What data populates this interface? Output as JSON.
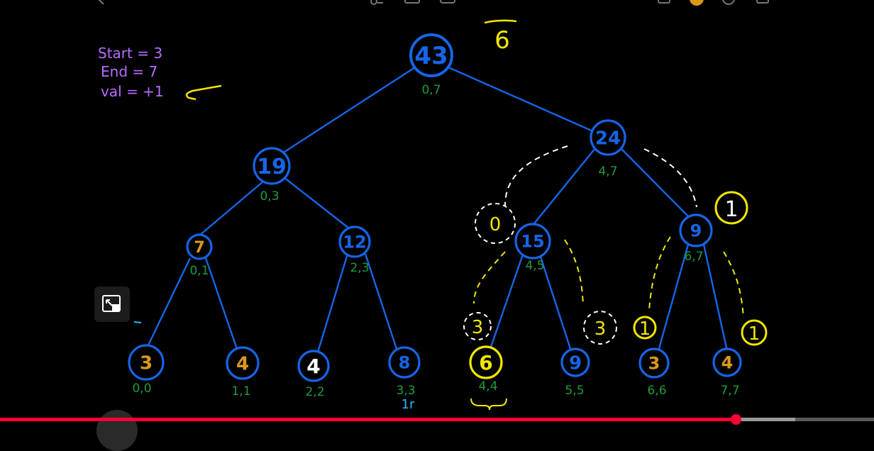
{
  "annotations": {
    "start_line": "Start = 3",
    "end_line": "End = 7",
    "val_line": "val = +1",
    "top_right": "6"
  },
  "nodes": [
    {
      "id": "root",
      "value": "43",
      "range": "0,7",
      "color": "#1565e8"
    },
    {
      "id": "n19",
      "value": "19",
      "range": "0,3",
      "color": "#1565e8"
    },
    {
      "id": "n24",
      "value": "24",
      "range": "4,7",
      "color": "#1565e8"
    },
    {
      "id": "n7",
      "value": "7",
      "range": "0,1",
      "color": "#1565e8"
    },
    {
      "id": "n12",
      "value": "12",
      "range": "2,3",
      "color": "#1565e8"
    },
    {
      "id": "n15",
      "value": "15",
      "range": "4,5",
      "color": "#1565e8"
    },
    {
      "id": "n9a",
      "value": "9",
      "range": "6,7",
      "color": "#1565e8"
    },
    {
      "id": "l0",
      "value": "3",
      "range": "0,0",
      "color": "#1565e8"
    },
    {
      "id": "l1",
      "value": "4",
      "range": "1,1",
      "color": "#1565e8"
    },
    {
      "id": "l2",
      "value": "4",
      "range": "2,2",
      "color": "#1565e8"
    },
    {
      "id": "l3",
      "value": "8",
      "range": "3,3",
      "color": "#1565e8"
    },
    {
      "id": "l4",
      "value": "6",
      "range": "4,4",
      "color": "#f1e600"
    },
    {
      "id": "l5",
      "value": "9",
      "range": "5,5",
      "color": "#1565e8"
    },
    {
      "id": "l6",
      "value": "3",
      "range": "6,6",
      "color": "#1565e8"
    },
    {
      "id": "l7",
      "value": "4",
      "range": "7,7",
      "color": "#1565e8"
    }
  ],
  "lazy": {
    "n15_lazy": "0",
    "n9_lazy": "1",
    "l4_lazy": "3",
    "l5_lazy": "3",
    "l6_lazy": "1",
    "l7_lazy": "1"
  },
  "leaf_l3_note": "1r",
  "player": {
    "progress": 0.842,
    "buffered": 0.91
  },
  "colors": {
    "tree": "#1565e8",
    "range": "#1e9c3c",
    "yellow": "#f1e600",
    "purple": "#b86bff",
    "cyan": "#2ab8ff",
    "white": "#ffffff",
    "orange": "#d99a1a"
  }
}
